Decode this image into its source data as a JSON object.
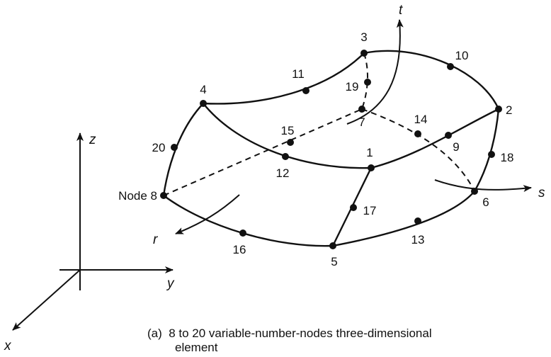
{
  "diagram": {
    "global_axes": {
      "x": "x",
      "y": "y",
      "z": "z"
    },
    "local_axes": {
      "r": "r",
      "s": "s",
      "t": "t"
    },
    "nodes": {
      "n1": "1",
      "n2": "2",
      "n3": "3",
      "n4": "4",
      "n5": "5",
      "n6": "6",
      "n7": "7",
      "n8": "Node 8",
      "n9": "9",
      "n10": "10",
      "n11": "11",
      "n12": "12",
      "n13": "13",
      "n14": "14",
      "n15": "15",
      "n16": "16",
      "n17": "17",
      "n18": "18",
      "n19": "19",
      "n20": "20"
    },
    "caption": {
      "line1": "(a)  8 to 20 variable-number-nodes three-dimensional",
      "line2": "element"
    }
  }
}
